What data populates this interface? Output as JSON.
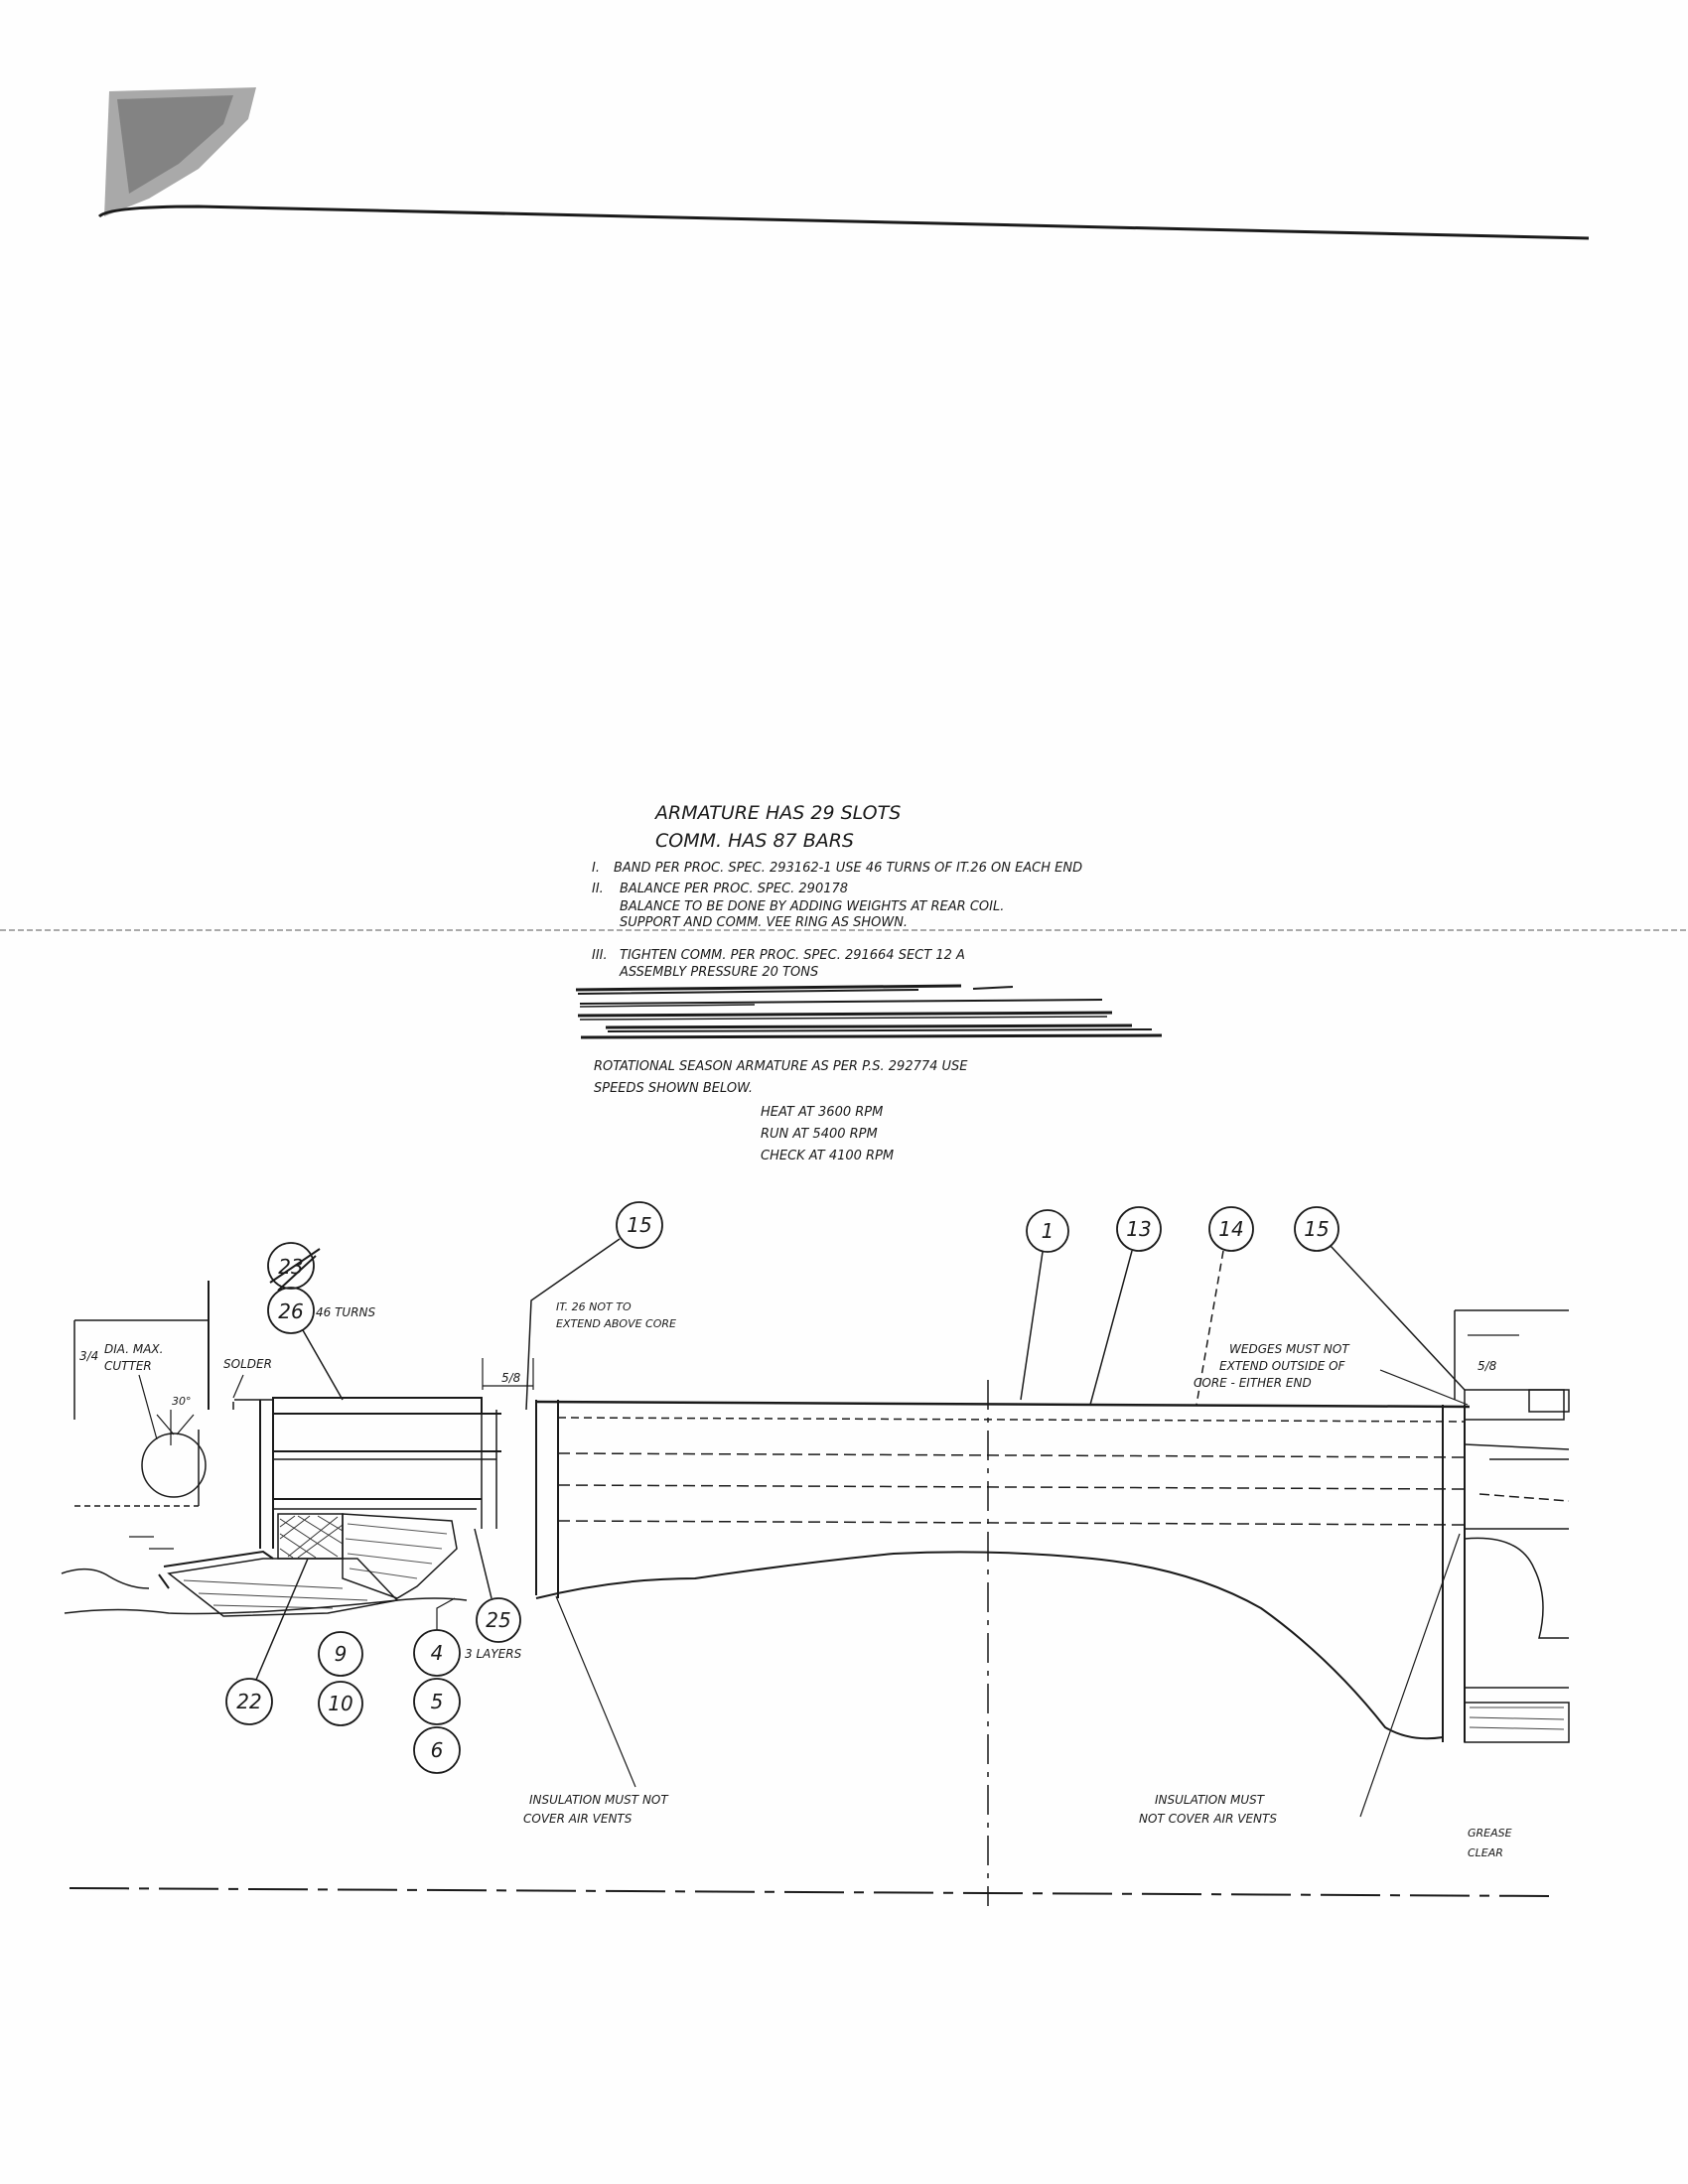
{
  "notes": {
    "line1": "ARMATURE HAS 29 SLOTS",
    "line2": "COMM. HAS 87 BARS",
    "item1_num": "I.",
    "item1": "BAND PER PROC. SPEC. 293162-1  USE 46 TURNS OF IT.26 ON EACH END",
    "item2_num": "II.",
    "item2a": "BALANCE PER PROC. SPEC. 290178",
    "item2b": "BALANCE TO BE DONE BY ADDING WEIGHTS AT REAR COIL.",
    "item2c": "SUPPORT AND COMM. VEE RING AS SHOWN.",
    "item3_num": "III.",
    "item3a": "TIGHTEN COMM. PER PROC. SPEC. 291664  SECT 12 A",
    "item3b": "ASSEMBLY PRESSURE 20 TONS",
    "rot1": "ROTATIONAL SEASON ARMATURE AS PER P.S. 292774 USE",
    "rot2": "SPEEDS SHOWN BELOW.",
    "heat": "HEAT AT 3600 RPM",
    "run": "RUN AT 5400 RPM",
    "check": "CHECK AT 4100 RPM"
  },
  "drawing": {
    "callout_15_left": "15",
    "callout_1": "1",
    "callout_13": "13",
    "callout_14": "14",
    "callout_15_right": "15",
    "callout_23": "23",
    "callout_26": "26",
    "turns": "46 TURNS",
    "it26_note_1": "IT. 26 NOT TO",
    "it26_note_2": "EXTEND ABOVE CORE",
    "cutter_frac": "3/4",
    "cutter_1": "DIA. MAX.",
    "cutter_2": "CUTTER",
    "solder": "SOLDER",
    "angle": "30°",
    "dim_5_8_left": "5/8",
    "dim_5_8_right": "5/8",
    "wedges_1": "WEDGES MUST NOT",
    "wedges_2": "EXTEND OUTSIDE OF",
    "wedges_3": "CORE - EITHER END",
    "callout_22": "22",
    "callout_9": "9",
    "callout_10": "10",
    "callout_4": "4",
    "callout_5": "5",
    "callout_6": "6",
    "callout_25": "25",
    "layers": "3 LAYERS",
    "ins_left_1": "INSULATION MUST NOT",
    "ins_left_2": "COVER AIR VENTS",
    "ins_right_1": "INSULATION MUST",
    "ins_right_2": "NOT COVER AIR VENTS",
    "cut_1": "GREASE",
    "cut_2": "CLEAR"
  }
}
